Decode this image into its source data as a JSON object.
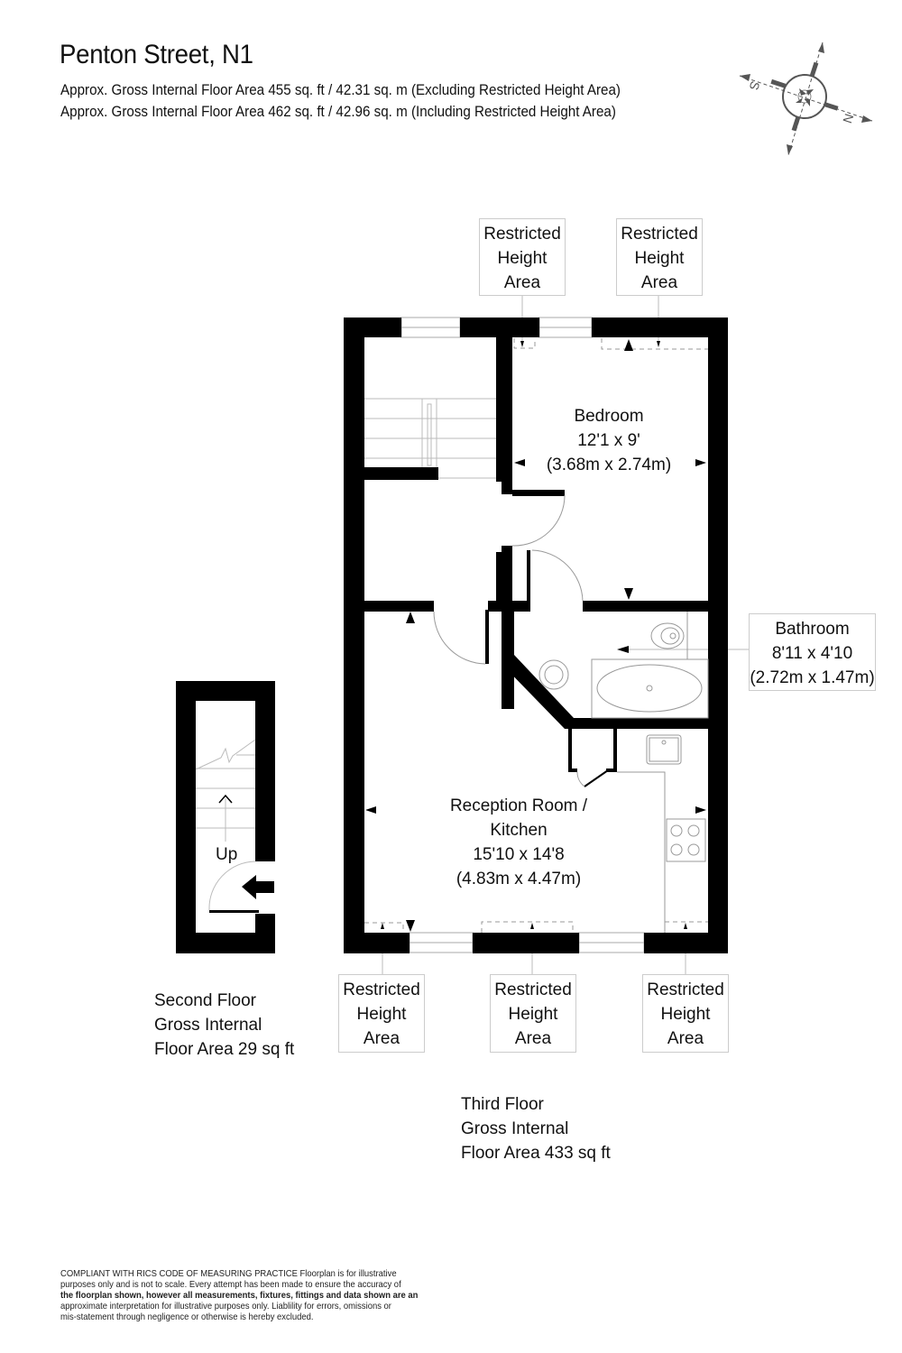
{
  "header": {
    "title": "Penton Street, N1",
    "area_excluding": "Approx. Gross Internal Floor Area 455 sq. ft / 42.31 sq. m (Excluding Restricted Height Area)",
    "area_including": "Approx. Gross Internal Floor Area 462 sq. ft / 42.96 sq. m (Including Restricted Height Area)"
  },
  "compass": {
    "icon": "compass-rose-icon",
    "north_label": "N",
    "south_label": "S"
  },
  "rooms": {
    "bedroom": {
      "name": "Bedroom",
      "imperial": "12'1 x 9'",
      "metric": "(3.68m x 2.74m)"
    },
    "bathroom": {
      "name": "Bathroom",
      "imperial": "8'11 x 4'10",
      "metric": "(2.72m x 1.47m)"
    },
    "reception": {
      "name_line1": "Reception Room /",
      "name_line2": "Kitchen",
      "imperial": "15'10 x 14'8",
      "metric": "(4.83m x 4.47m)"
    }
  },
  "restricted_height": {
    "line1": "Restricted",
    "line2": "Height",
    "line3": "Area"
  },
  "stairs": {
    "up_label": "Up"
  },
  "floors": {
    "second": {
      "line1": "Second Floor",
      "line2": "Gross Internal",
      "line3": "Floor Area 29 sq ft"
    },
    "third": {
      "line1": "Third Floor",
      "line2": "Gross Internal",
      "line3": "Floor Area 433 sq ft"
    }
  },
  "disclaimer": {
    "line1": "COMPLIANT WITH RICS CODE OF MEASURING PRACTICE  Floorplan is for illustrative",
    "line2": "purposes only and is not to scale. Every attempt has been made to ensure the accuracy of",
    "line3": "the floorplan shown, however all measurements, fixtures, fittings and data shown are an",
    "line4": "approximate interpretation for illustrative purposes only. Liablility for errors, omissions or",
    "line5": "mis-statement through negligence or otherwise is hereby excluded."
  },
  "colors": {
    "wall": "#000000",
    "fixture_line": "#9a9a9a",
    "label_border": "#cccccc",
    "compass": "#555555"
  }
}
